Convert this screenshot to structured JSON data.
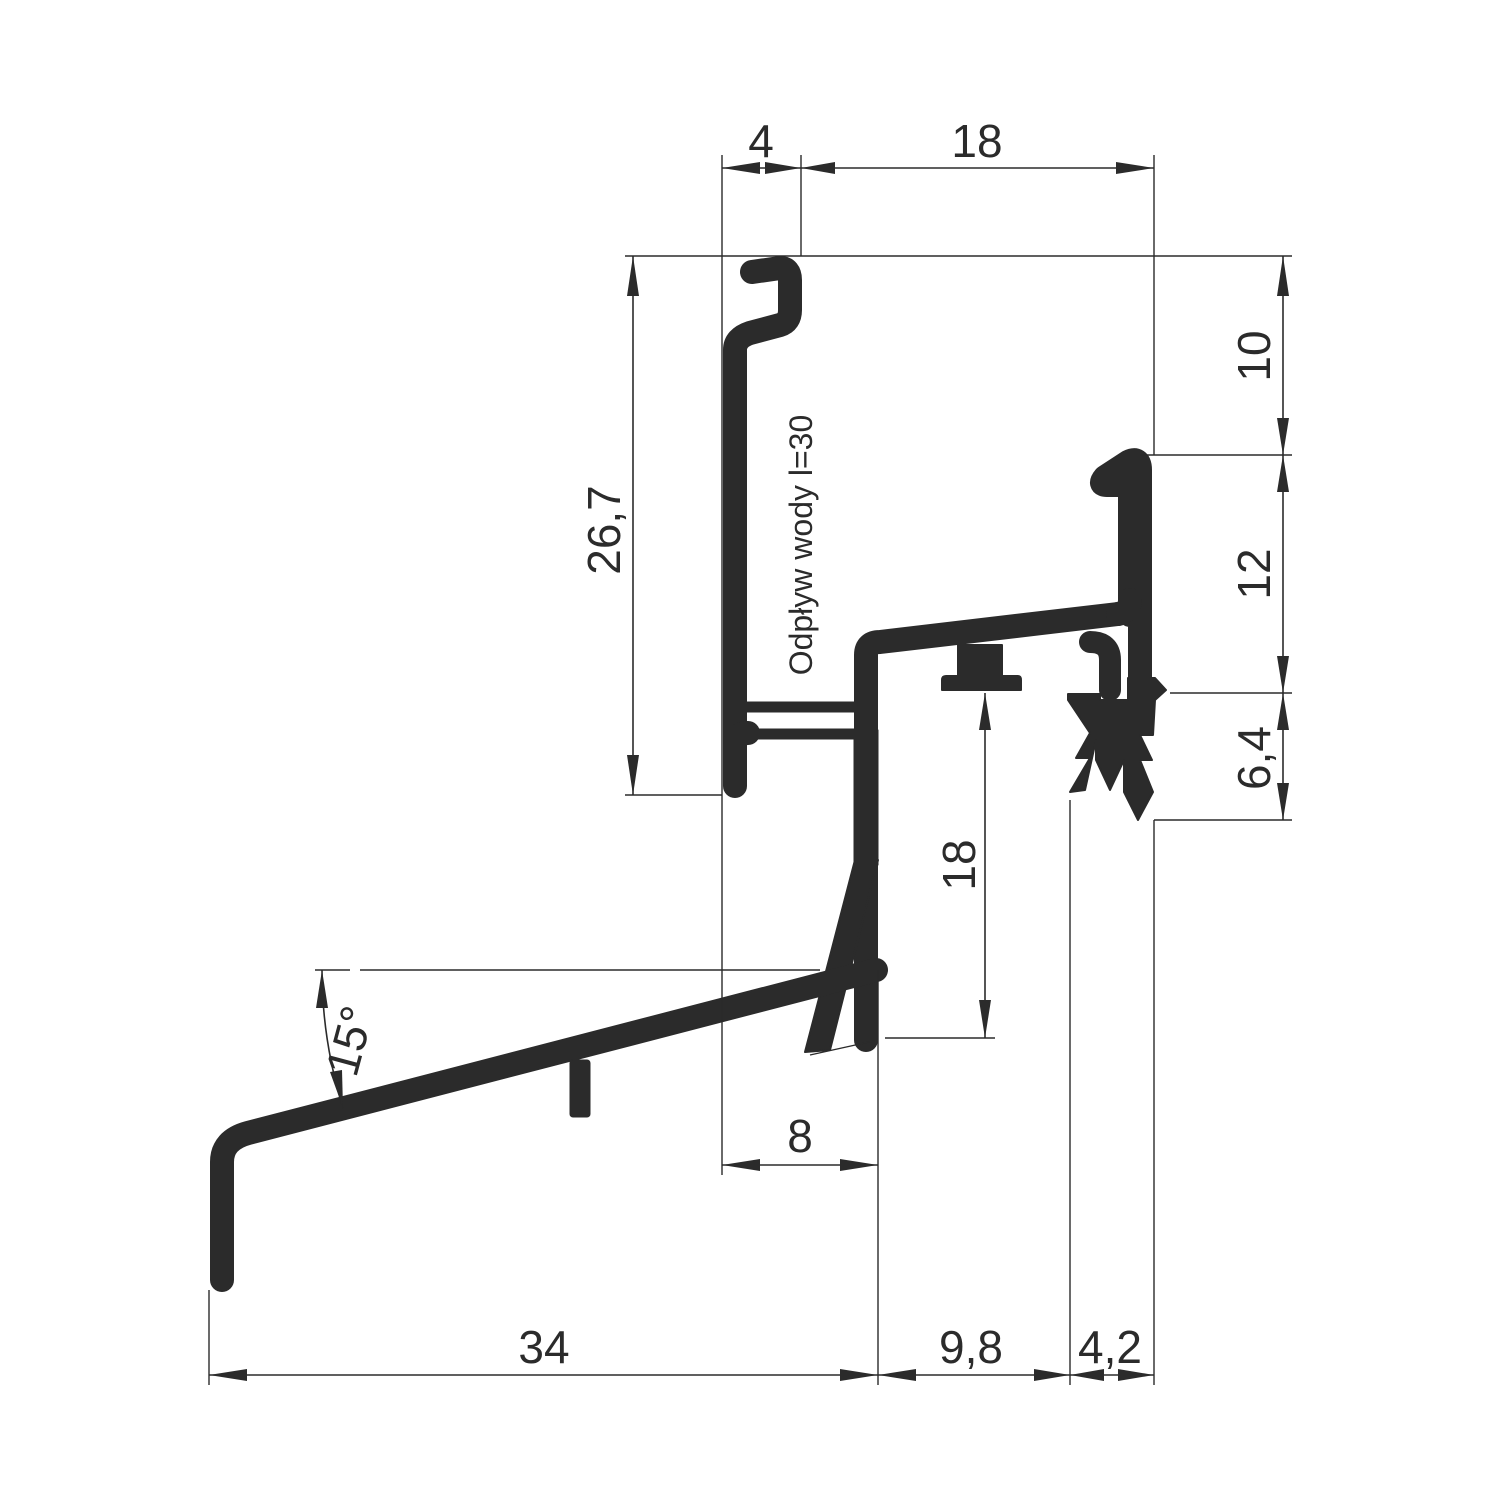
{
  "dimensions": {
    "top_width_left": "4",
    "top_width_right": "18",
    "height_left": "26,7",
    "height_right_top": "10",
    "height_right_mid": "12",
    "height_right_bottom": "6,4",
    "inner_height": "18",
    "angle": "15°",
    "offset_bottom": "8",
    "bottom_width_left": "34",
    "bottom_width_mid": "9,8",
    "bottom_width_right": "4,2"
  },
  "annotation": "Odpływ wody l=30"
}
